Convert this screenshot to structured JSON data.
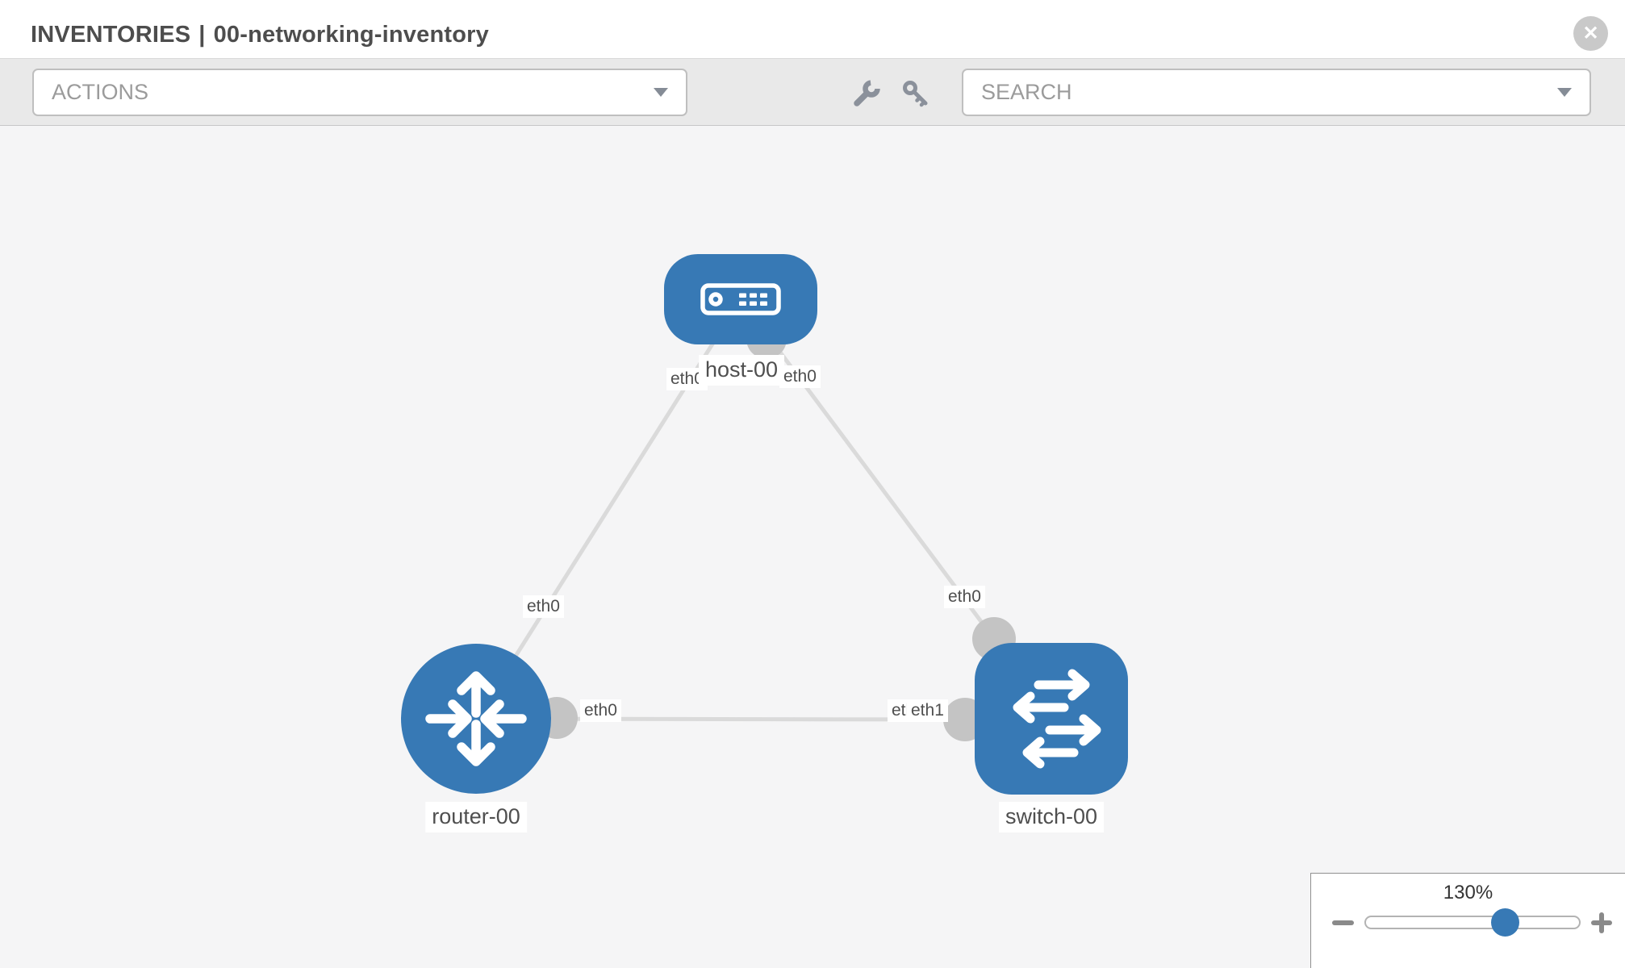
{
  "header": {
    "title_prefix": "INVENTORIES",
    "separator": "|",
    "inventory_name": "00-networking-inventory",
    "close_glyph": "✕"
  },
  "toolbar": {
    "actions_label": "ACTIONS",
    "search_label": "SEARCH",
    "icons": [
      "wrench-icon",
      "key-icon"
    ]
  },
  "topology": {
    "nodes": [
      {
        "id": "host-00",
        "type": "host",
        "label": "host-00"
      },
      {
        "id": "router-00",
        "type": "router",
        "label": "router-00"
      },
      {
        "id": "switch-00",
        "type": "switch",
        "label": "switch-00"
      }
    ],
    "links": [
      {
        "source": "host-00",
        "source_interface": "eth0",
        "target": "router-00",
        "target_interface": "eth0"
      },
      {
        "source": "host-00",
        "source_interface": "eth0",
        "target": "switch-00",
        "target_interface": "eth0"
      },
      {
        "source": "router-00",
        "source_interface": "eth0",
        "target": "switch-00",
        "target_interface": "eth1"
      }
    ],
    "interface_labels": [
      "eth0",
      "eth0",
      "eth0",
      "eth0",
      "eth0",
      "eth0",
      "eth1"
    ]
  },
  "zoom_control": {
    "level": "130%"
  },
  "colors": {
    "node_blue": "#3779b5",
    "link_gray": "#dadada",
    "connector_gray": "#c4c4c4",
    "canvas_bg": "#f5f5f6",
    "toolbar_bg": "#e9e9e9"
  }
}
